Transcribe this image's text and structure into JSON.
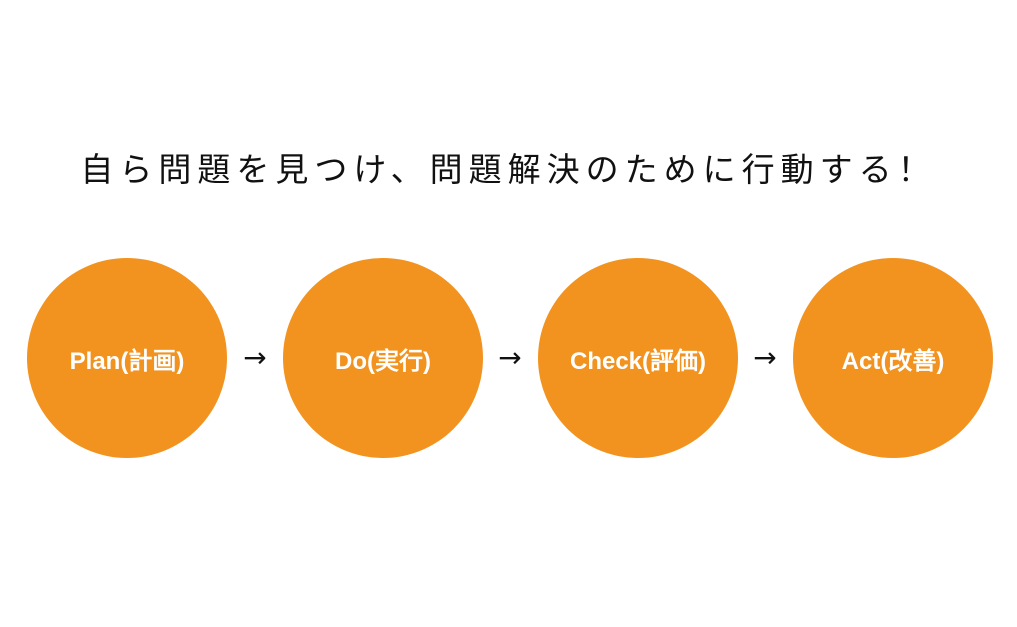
{
  "headline": "自ら問題を見つけ、問題解決のために行動する！",
  "accent_color": "#f29320",
  "arrow_glyph": "→",
  "cycle": [
    {
      "label": "Plan(計画)"
    },
    {
      "label": "Do(実行)"
    },
    {
      "label": "Check(評価)"
    },
    {
      "label": "Act(改善)"
    }
  ]
}
